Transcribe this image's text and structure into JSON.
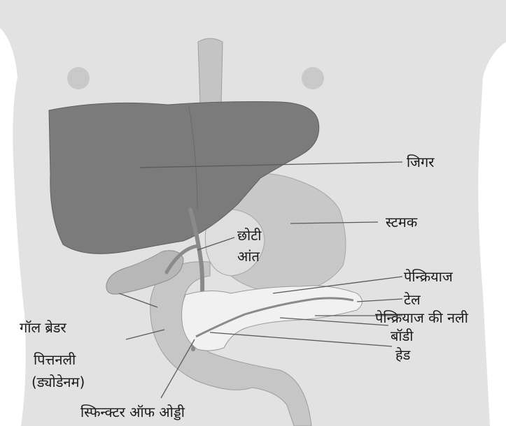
{
  "labels": {
    "liver": "जिगर",
    "stomach": "स्टमक",
    "small_intestine": [
      "छोटी",
      "आंत"
    ],
    "pancreas": "पेन्क्रियाज",
    "tail": "टेल",
    "pancreatic_duct": "पेन्क्रियाज की नली",
    "body": "बॉडी",
    "head": "हेड",
    "gall_bladder": "गॉल ब्रेडर",
    "bile_duct": "पित्तनली",
    "duodenum": "(ड्योडेनम)",
    "sphincter": "स्फिन्क्टर ऑफ ओड्डी"
  },
  "colors": {
    "torso": "#e2e2e2",
    "liver": "#7a7a7a",
    "stomach": "#c8c8c8",
    "pancreas": "#f1f1f1",
    "duct": "#8a8a8a"
  }
}
